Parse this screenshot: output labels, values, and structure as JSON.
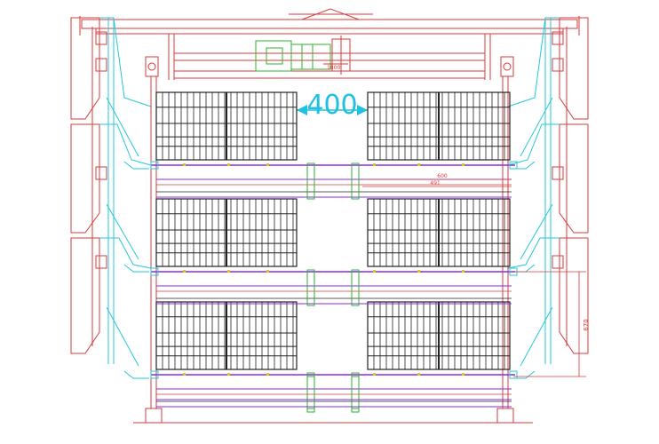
{
  "drawing": {
    "colors": {
      "background": "#ffffff",
      "frame": "#d83a3a",
      "guide": "#24c8d8",
      "cage": "#222222",
      "rail": "#8a2be2",
      "motor": "#2ab52a",
      "dimension": "#20c0e0",
      "marker": "#e6c21a"
    },
    "dimensions": {
      "gap": "400",
      "trough_length": "600",
      "trough_length_inner": "491",
      "tier_height": "670",
      "motor_label": "1800"
    },
    "tiers": 3,
    "cage_blocks_per_tier": 2
  }
}
